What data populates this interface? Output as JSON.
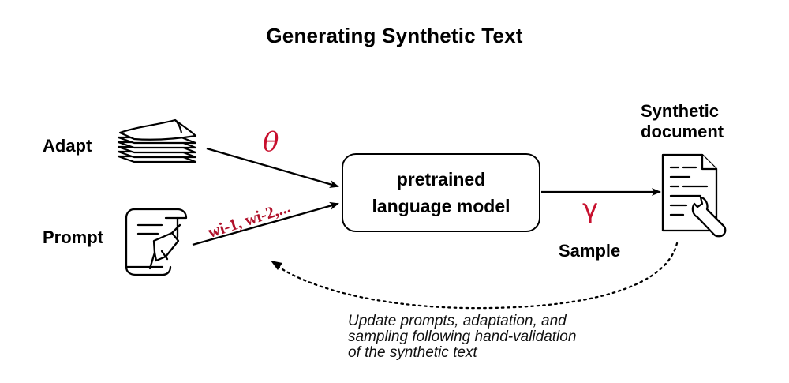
{
  "title": "Generating Synthetic Text",
  "inputs": {
    "adapt_label": "Adapt",
    "prompt_label": "Prompt"
  },
  "model": {
    "line1": "pretrained",
    "line2": "language model"
  },
  "symbols": {
    "theta": "θ",
    "gamma": "γ",
    "tokens": "wi-1, wi-2,..."
  },
  "output": {
    "label_line1": "Synthetic",
    "label_line2": "document",
    "sample_label": "Sample"
  },
  "feedback_caption": {
    "line1": "Update prompts, adaptation, and",
    "line2": "sampling following hand-validation",
    "line3": "of the synthetic text"
  },
  "colors": {
    "accent_red": "#c8102e",
    "stroke": "#000000"
  },
  "icons": {
    "adapt": "paper-stack-icon",
    "prompt": "scroll-pen-icon",
    "output": "document-wrench-icon"
  }
}
